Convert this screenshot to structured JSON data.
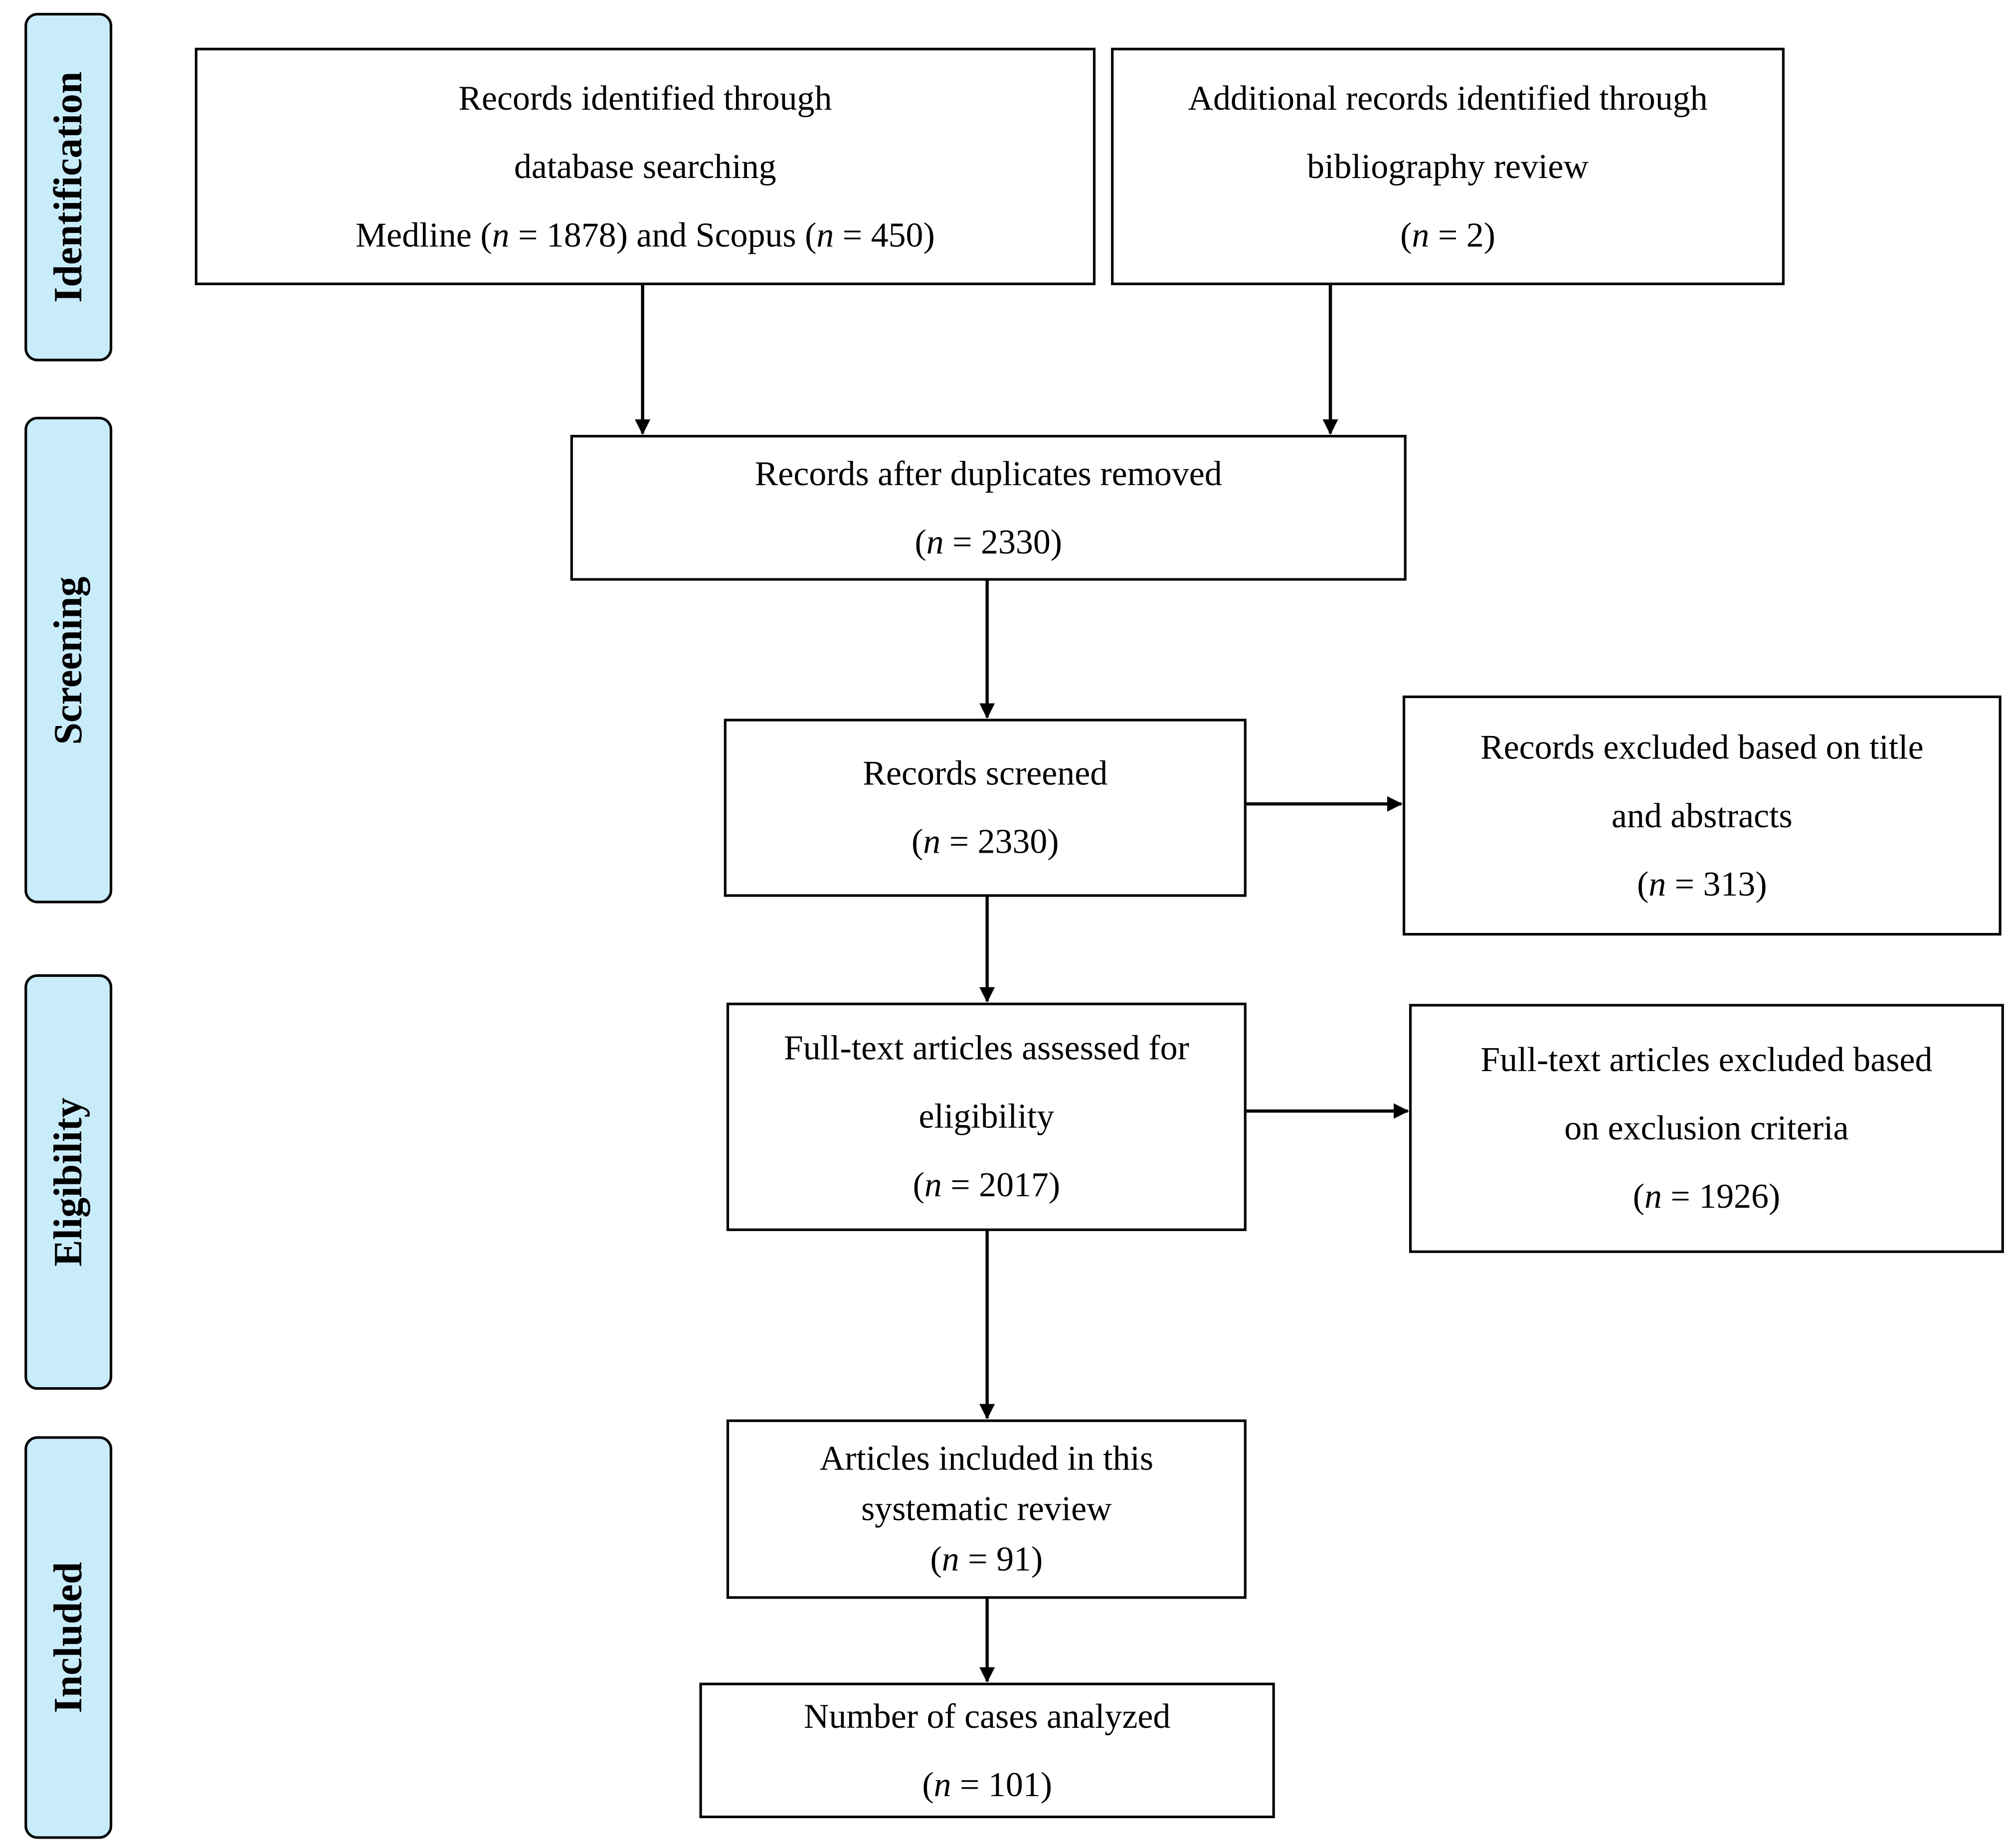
{
  "phases": {
    "identification": "Identification",
    "screening": "Screening",
    "eligibility": "Eligibility",
    "included": "Included"
  },
  "colors": {
    "phase_fill": "#c9ecfb",
    "border": "#000000"
  },
  "boxes": {
    "database": {
      "line1": "Records identified through",
      "line2": "database searching",
      "line3_a": "Medline (",
      "line3_n1": "n",
      "line3_b": " = 1878) and Scopus (",
      "line3_n2": "n",
      "line3_c": " = 450)"
    },
    "additional": {
      "line1": "Additional records identified through",
      "line2": "bibliography review",
      "count_open": "(",
      "n": "n",
      "count_close": " = 2)"
    },
    "deduplicated": {
      "line1": "Records after duplicates removed",
      "count_open": "(",
      "n": "n",
      "count_close": " = 2330)"
    },
    "screened": {
      "line1": "Records screened",
      "count_open": "(",
      "n": "n",
      "count_close": " = 2330)"
    },
    "excluded_title": {
      "line1": "Records excluded based on title",
      "line2": "and abstracts",
      "count_open": "(",
      "n": "n",
      "count_close": " = 313)"
    },
    "fulltext": {
      "line1": "Full-text articles assessed for",
      "line2": "eligibility",
      "count_open": "(",
      "n": "n",
      "count_close": " = 2017)"
    },
    "excluded_fulltext": {
      "line1": "Full-text articles excluded based",
      "line2": "on exclusion criteria",
      "count_open": "(",
      "n": "n",
      "count_close": " = 1926)"
    },
    "included": {
      "line1": "Articles included in this",
      "line2": "systematic review",
      "count_open": "(",
      "n": "n",
      "count_close": " = 91)"
    },
    "cases": {
      "line1": "Number of cases analyzed",
      "count_open": "(",
      "n": "n",
      "count_close": " = 101)"
    }
  }
}
